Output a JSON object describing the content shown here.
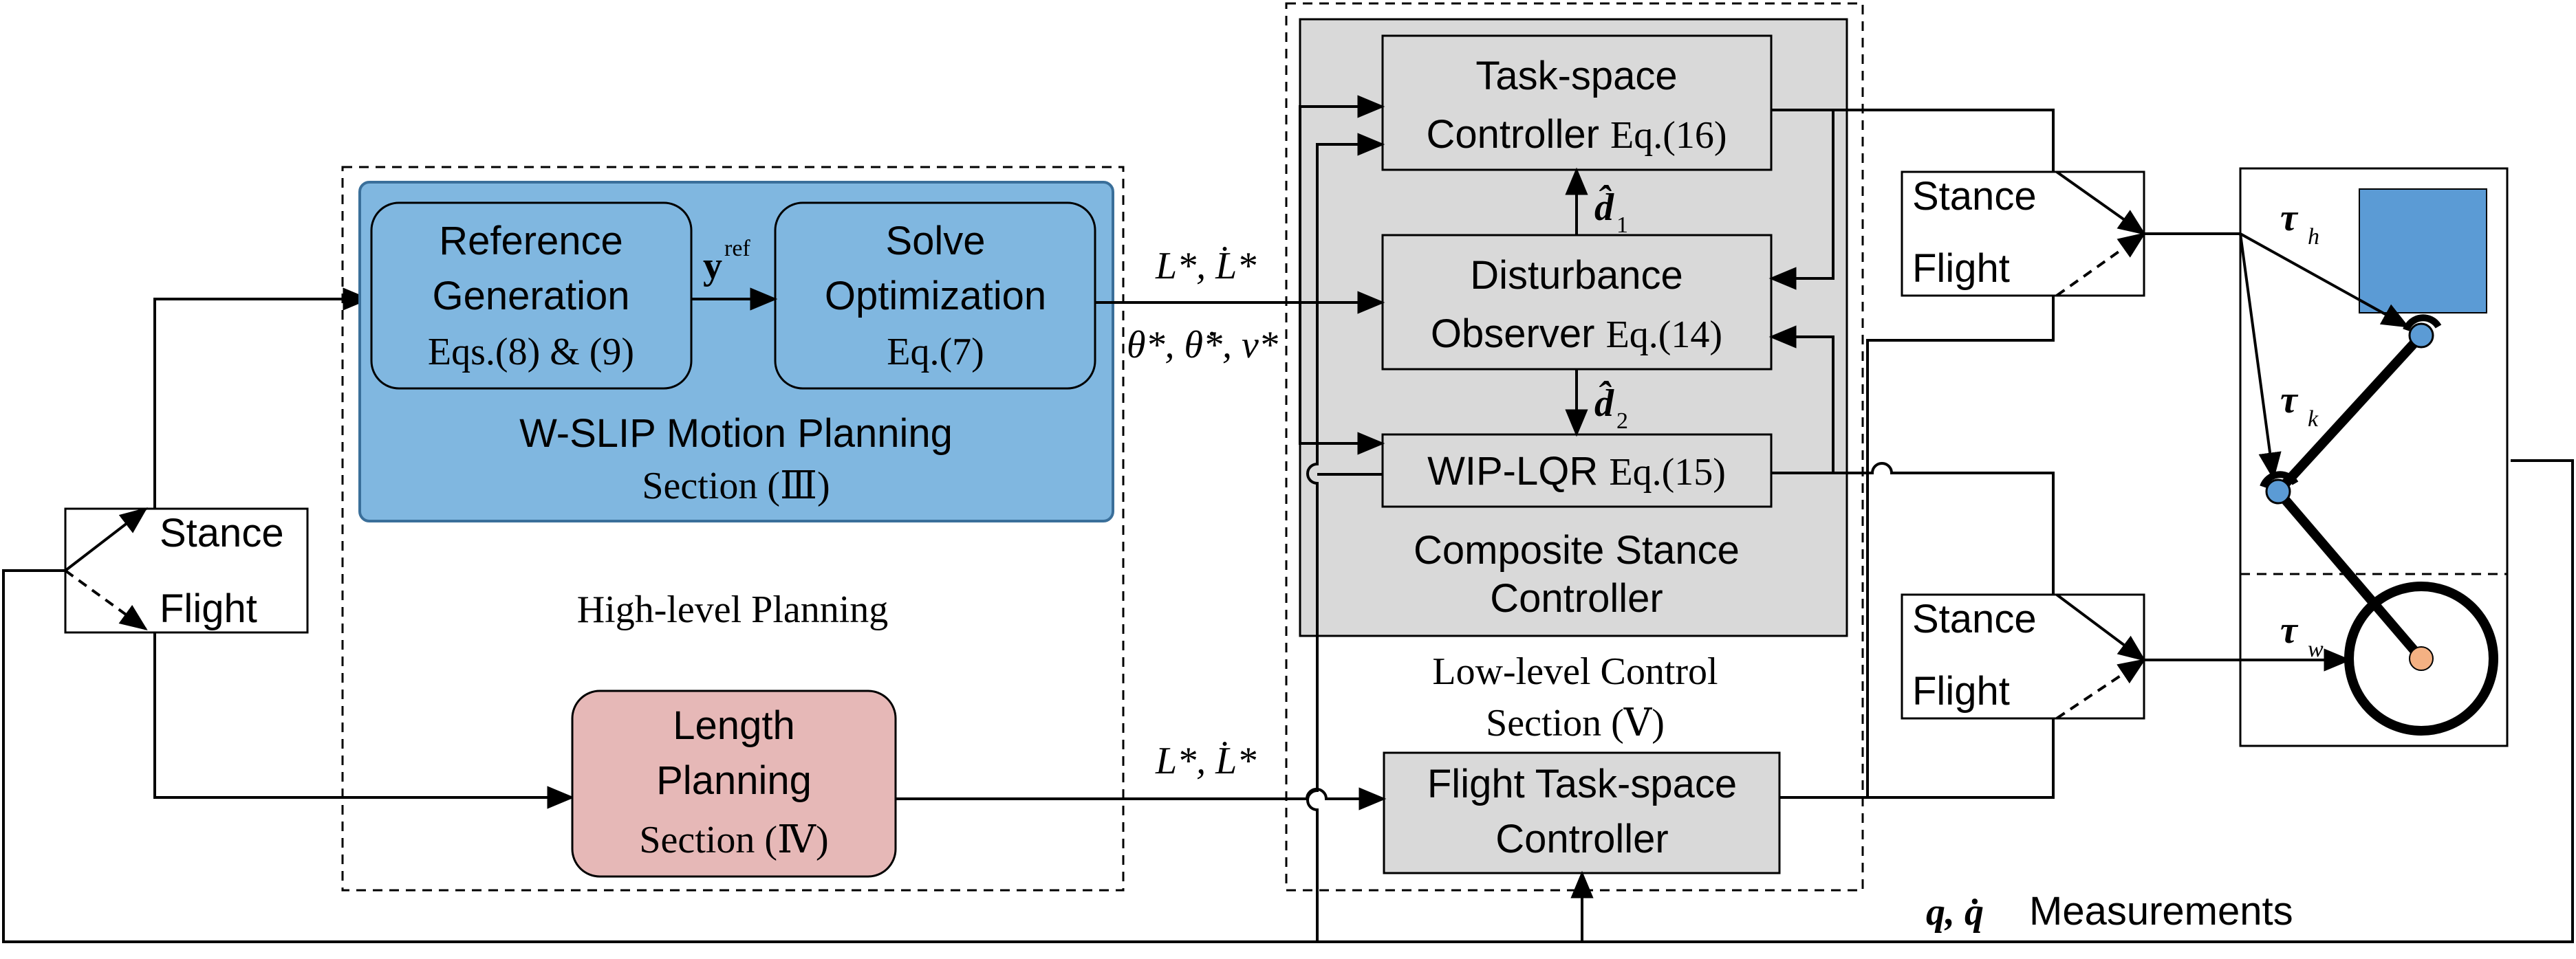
{
  "colors": {
    "planning_blue": "#80b7e0",
    "planning_blue_border": "#3a6f9a",
    "length_pink": "#e6b8b7",
    "controller_gray": "#d9d9d9",
    "robot_body_blue": "#5b9bd5",
    "joint_blue": "#5b9bd5",
    "wheel_hub_orange": "#f4b183"
  },
  "switch_left": {
    "stance": "Stance",
    "flight": "Flight"
  },
  "switch_top_right": {
    "stance": "Stance",
    "flight": "Flight"
  },
  "switch_bottom_right": {
    "stance": "Stance",
    "flight": "Flight"
  },
  "high_level": {
    "caption": "High-level Planning",
    "wslip": {
      "title": "W-SLIP Motion Planning",
      "section": "Section (Ⅲ)",
      "reference": {
        "line1": "Reference",
        "line2": "Generation",
        "eq": "Eqs.(8) & (9)"
      },
      "yref_bold": "y",
      "yref_sup": "ref",
      "solve": {
        "line1": "Solve",
        "line2": "Optimization",
        "eq": "Eq.(7)"
      }
    },
    "length": {
      "line1": "Length",
      "line2": "Planning",
      "section": "Section (Ⅳ)"
    }
  },
  "signals": {
    "wslip_out_top": "L*, L̇*",
    "wslip_out_bottom": "θ*, θ̇*, v*",
    "length_out": "L*, L̇*",
    "d1": "d̂",
    "d1_sub": "1",
    "d2": "d̂",
    "d2_sub": "2",
    "tau_h": "τ",
    "tau_h_sub": "h",
    "tau_k": "τ",
    "tau_k_sub": "k",
    "tau_w": "τ",
    "tau_w_sub": "w",
    "measurements_symbols": "q, q̇",
    "measurements_label": "Measurements"
  },
  "low_level": {
    "caption_line1": "Low-level Control",
    "caption_line2": "Section (Ⅴ)",
    "composite": {
      "caption_line1": "Composite Stance",
      "caption_line2": "Controller",
      "task_space": {
        "line1": "Task-space",
        "line2_text": "Controller ",
        "line2_eq": "Eq.(16)"
      },
      "observer": {
        "line1": "Disturbance",
        "line2_text": "Observer ",
        "line2_eq": "Eq.(14)"
      },
      "wip_lqr": {
        "text": "WIP-LQR ",
        "eq": "Eq.(15)"
      }
    },
    "flight_controller": {
      "line1": "Flight Task-space",
      "line2": "Controller"
    }
  }
}
